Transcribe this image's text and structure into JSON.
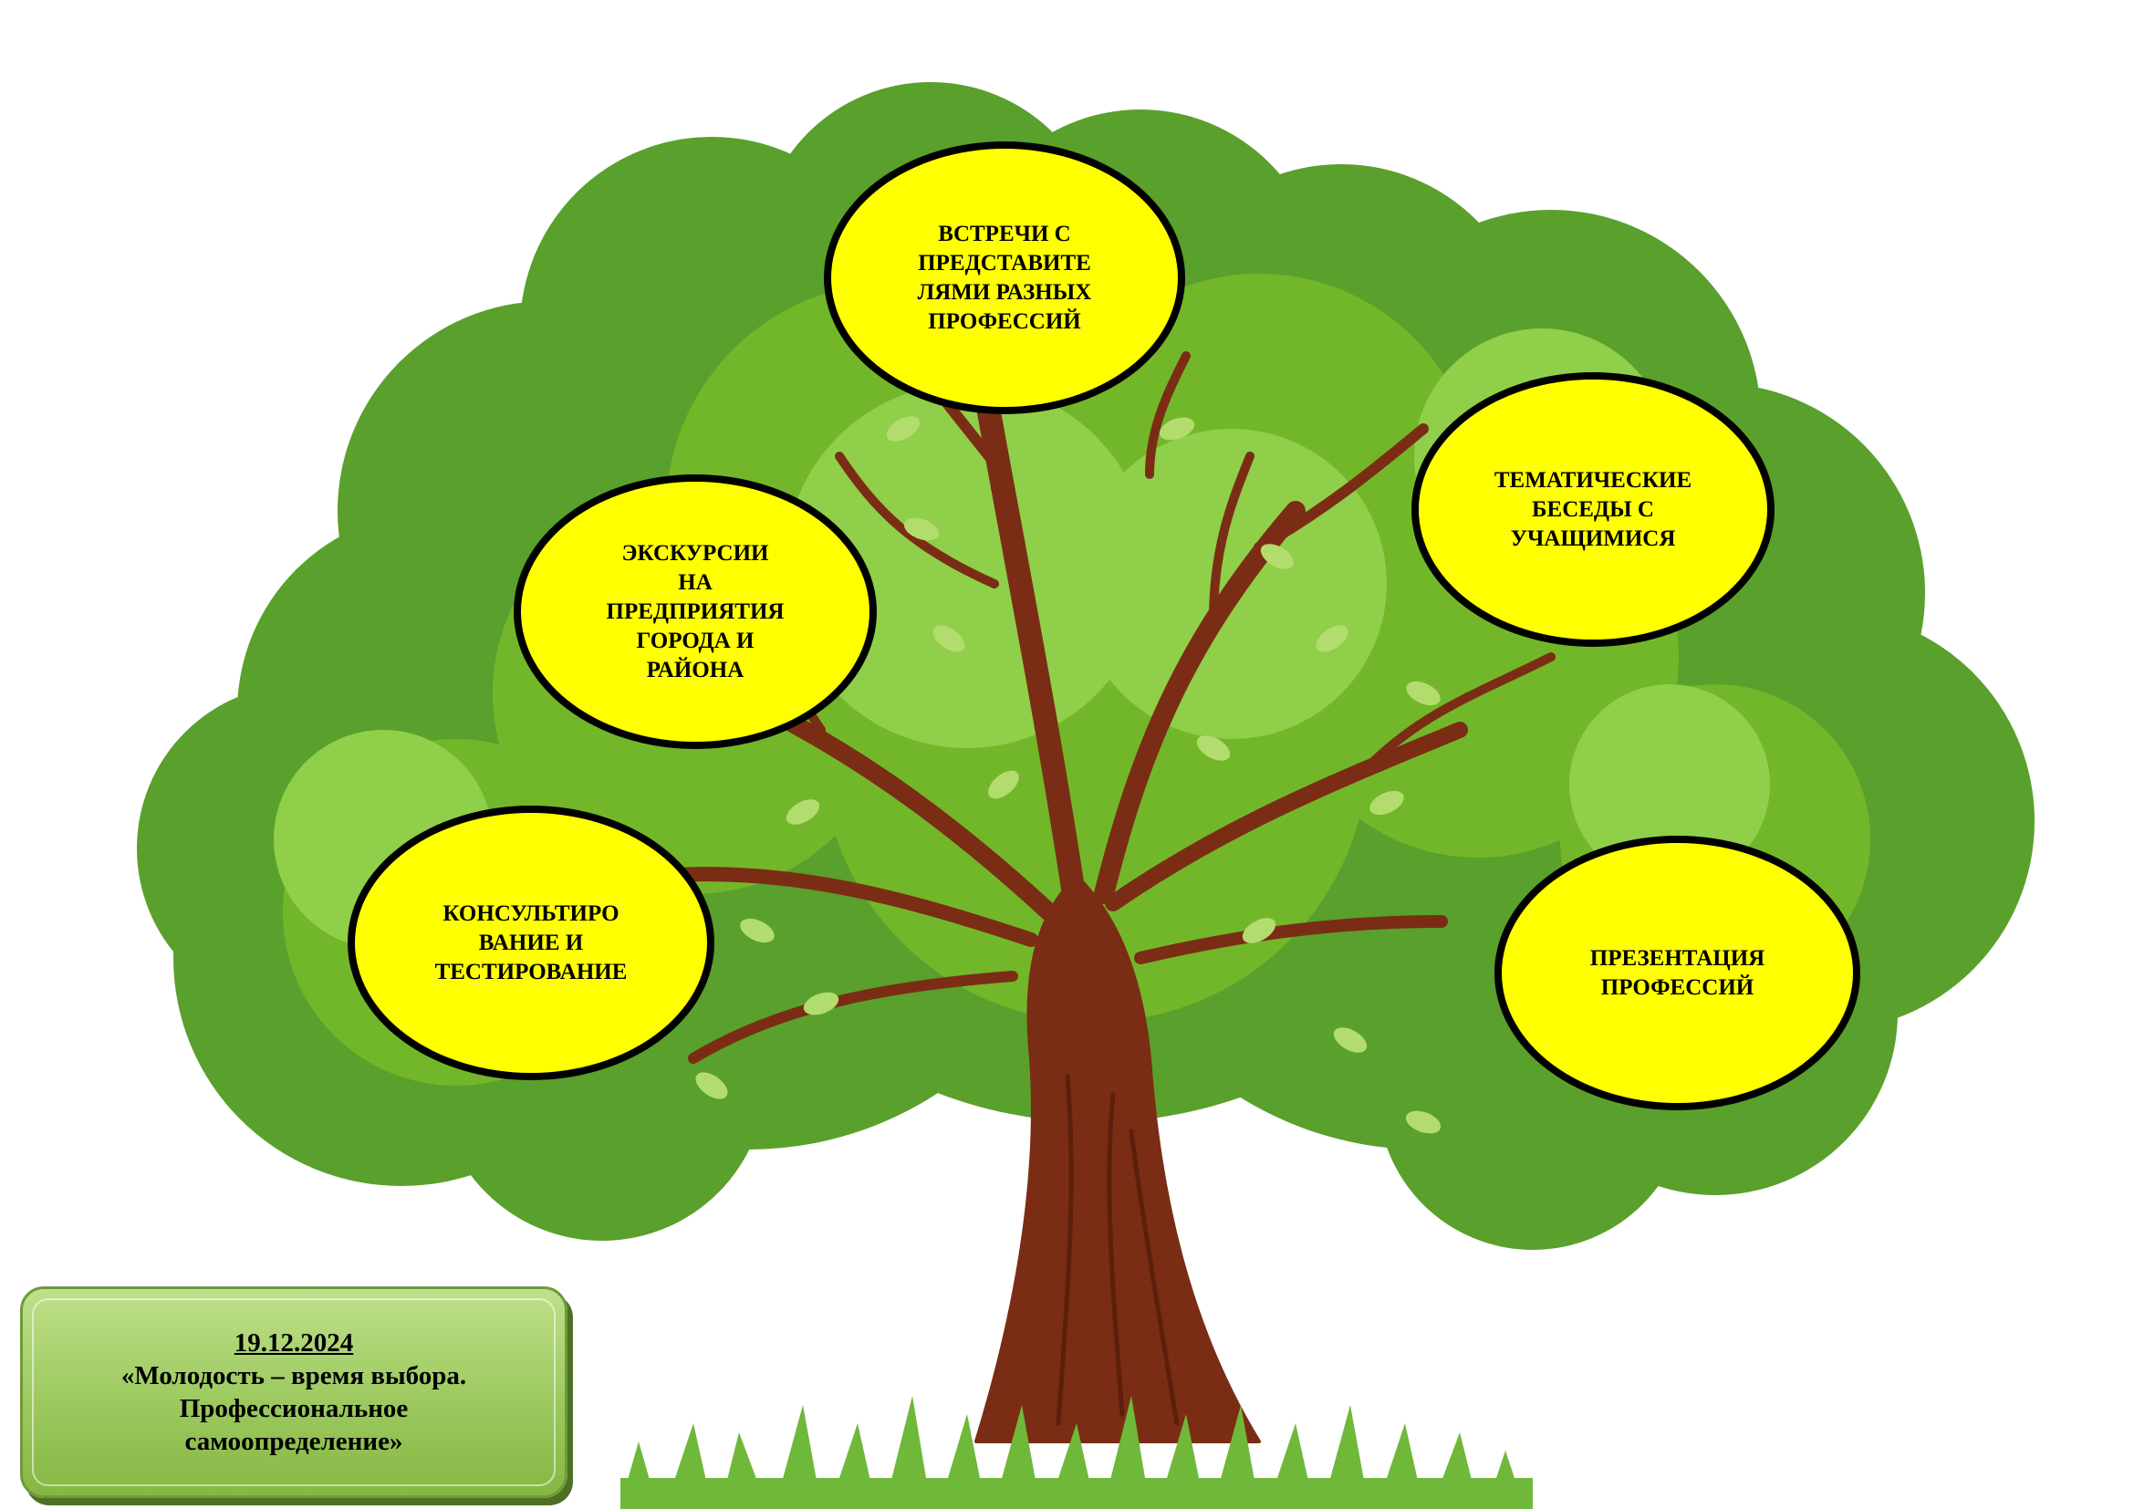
{
  "colors": {
    "bubble_fill": "#ffff00",
    "bubble_border": "#000000",
    "foliage_dark": "#5aa02c",
    "foliage_mid": "#72b72a",
    "foliage_light": "#8fcf4a",
    "foliage_pale": "#b3dc6e",
    "trunk": "#7a2d14",
    "trunk_shade": "#5c1f0b",
    "grass": "#6fb83a",
    "panel_fill": "#9cc95f"
  },
  "bubbles": {
    "meetings": "ВСТРЕЧИ С\nПРЕДСТАВИТЕ\nЛЯМИ РАЗНЫХ\nПРОФЕССИЙ",
    "talks": "ТЕМАТИЧЕСКИЕ\nБЕСЕДЫ С\nУЧАЩИМИСЯ",
    "excursions": "ЭКСКУРСИИ\nНА\nПРЕДПРИЯТИЯ\nГОРОДА И\nРАЙОНА",
    "consulting": "КОНСУЛЬТИРО\nВАНИЕ И\nТЕСТИРОВАНИЕ",
    "presentation": "ПРЕЗЕНТАЦИЯ\nПРОФЕССИЙ"
  },
  "event": {
    "date": "19.12.2024",
    "title": "«Молодость – время выбора.\nПрофессиональное\nсамоопределение»"
  }
}
